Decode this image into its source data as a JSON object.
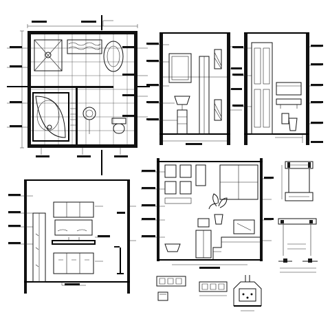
{
  "drawing": {
    "line_color": "#111111",
    "background": "#ffffff",
    "views": [
      {
        "id": "bathroom-plan",
        "type": "plan",
        "fixtures": [
          "bathtub-icon",
          "washbasin-icon",
          "wc-icon",
          "shower-tray-icon"
        ]
      },
      {
        "id": "elevation-a",
        "type": "elevation",
        "fixtures": [
          "door-icon",
          "washbasin-icon",
          "window-icon"
        ]
      },
      {
        "id": "elevation-b",
        "type": "elevation",
        "fixtures": [
          "panel-door-icon",
          "vanity-icon",
          "wc-icon"
        ]
      },
      {
        "id": "elevation-c",
        "type": "elevation",
        "fixtures": [
          "glass-partition-icon",
          "vanity-cabinet-icon",
          "mirror-icon"
        ]
      },
      {
        "id": "elevation-d",
        "type": "elevation",
        "fixtures": [
          "wall-panels-icon",
          "plant-icon",
          "steps-icon"
        ]
      },
      {
        "id": "detail-sections",
        "type": "details",
        "fixtures": [
          "section-detail-icon",
          "footing-detail-icon"
        ]
      }
    ]
  }
}
